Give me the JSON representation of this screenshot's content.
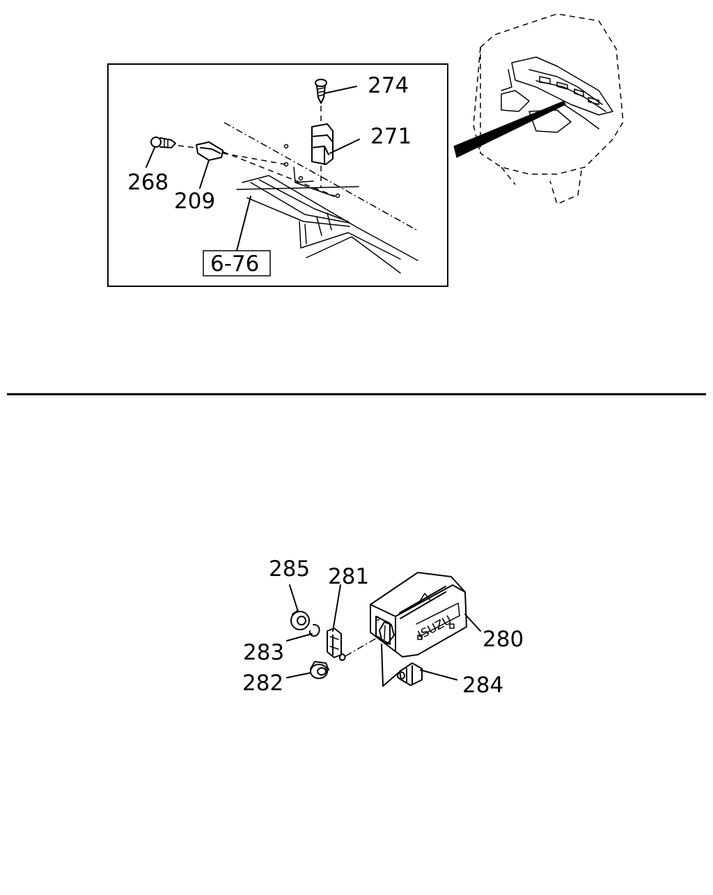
{
  "callouts": {
    "c274": "274",
    "c271": "271",
    "c268": "268",
    "c209": "209",
    "ref": "6-76",
    "c285": "285",
    "c281": "281",
    "c283": "283",
    "c282": "282",
    "c280": "280",
    "c284": "284"
  },
  "emblem_text": "ISUZU",
  "colors": {
    "ink": "#000000",
    "paper": "#ffffff"
  }
}
